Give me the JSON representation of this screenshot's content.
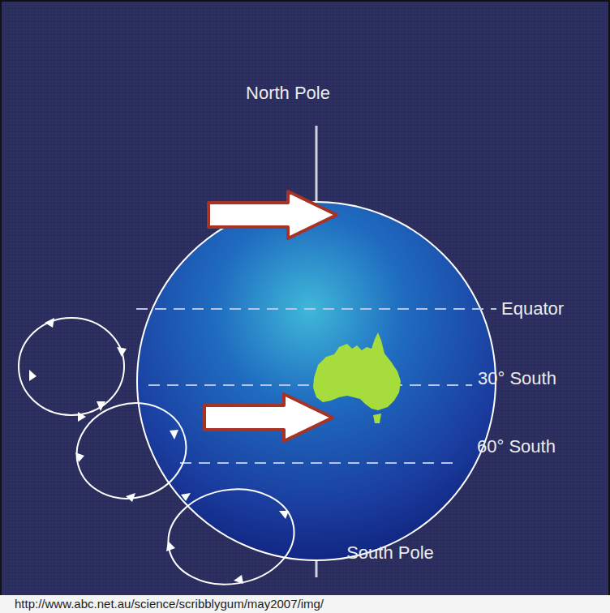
{
  "diagram": {
    "labels": [
      "North Pole",
      "Equator",
      "30° South",
      "60° South",
      "South Pole",
      "http://www.abc.net.au/science/scribblygum/may2007/img/"
    ]
  }
}
